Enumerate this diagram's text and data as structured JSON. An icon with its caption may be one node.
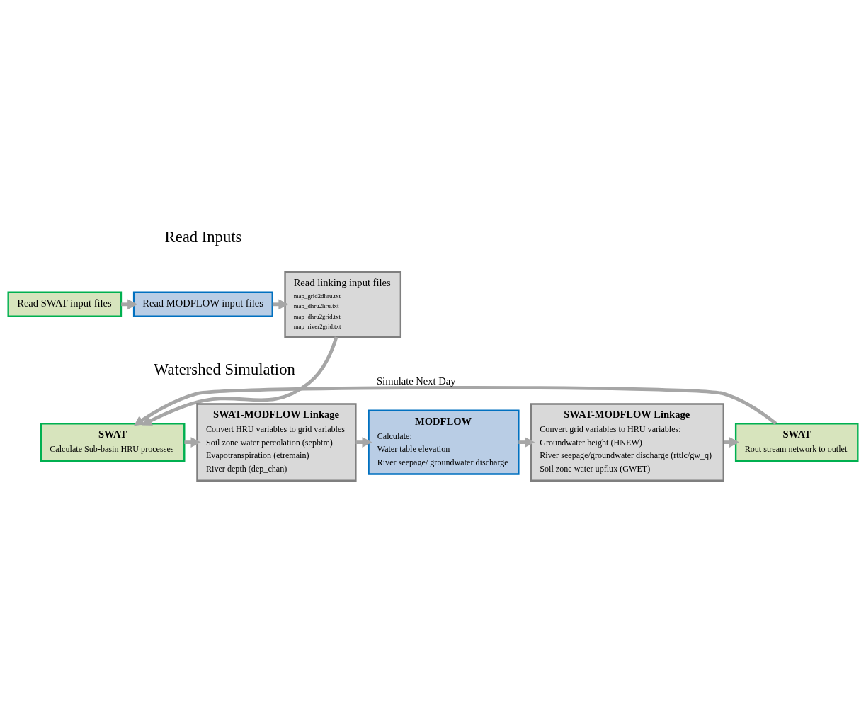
{
  "diagram": {
    "nodes": [
      {
        "text": [
          "Read SWAT input files"
        ]
      },
      {
        "text": [
          "Read MODFLOW input files"
        ]
      },
      {
        "text": [
          "Read linking input files",
          "map_grid2dhru.txt",
          "map_dhru2hru.txt",
          "map_dhru2grid.txt",
          "map_river2grid.txt"
        ]
      },
      {
        "text": [
          "SWAT",
          "Calculate Sub-basin HRU processes"
        ]
      },
      {
        "text": [
          "SWAT-MODFLOW Linkage",
          "Convert HRU variables to grid variables",
          "Soil zone water percolation (sepbtm)",
          "Evapotranspiration (etremain)",
          "River depth (dep_chan)"
        ]
      },
      {
        "text": [
          "MODFLOW",
          "Calculate:",
          "Water table elevation",
          "River seepage/ groundwater discharge"
        ]
      },
      {
        "text": [
          "SWAT-MODFLOW Linkage",
          "Convert grid variables to HRU variables:",
          "Groundwater height (HNEW)",
          "River seepage/groundwater discharge (rttlc/gw_q)",
          "Soil zone water upflux (GWET)"
        ]
      },
      {
        "text": [
          "SWAT",
          "Rout stream network to outlet"
        ]
      }
    ],
    "edges": [
      {
        "from": 0,
        "to": 1,
        "arrow": "to"
      },
      {
        "from": 1,
        "to": 2,
        "arrow": "to"
      },
      {
        "from": 2,
        "to": 3,
        "arrow": "to"
      },
      {
        "from": 3,
        "to": 4,
        "arrow": "to"
      },
      {
        "from": 4,
        "to": 5,
        "arrow": "to"
      },
      {
        "from": 5,
        "to": 6,
        "arrow": "to"
      },
      {
        "from": 6,
        "to": 7,
        "arrow": "to"
      },
      {
        "from": 7,
        "to": 3,
        "arrow": "to",
        "label": "Simulate Next Day"
      }
    ],
    "labels": [
      "Read Inputs",
      "Watershed Simulation"
    ]
  }
}
